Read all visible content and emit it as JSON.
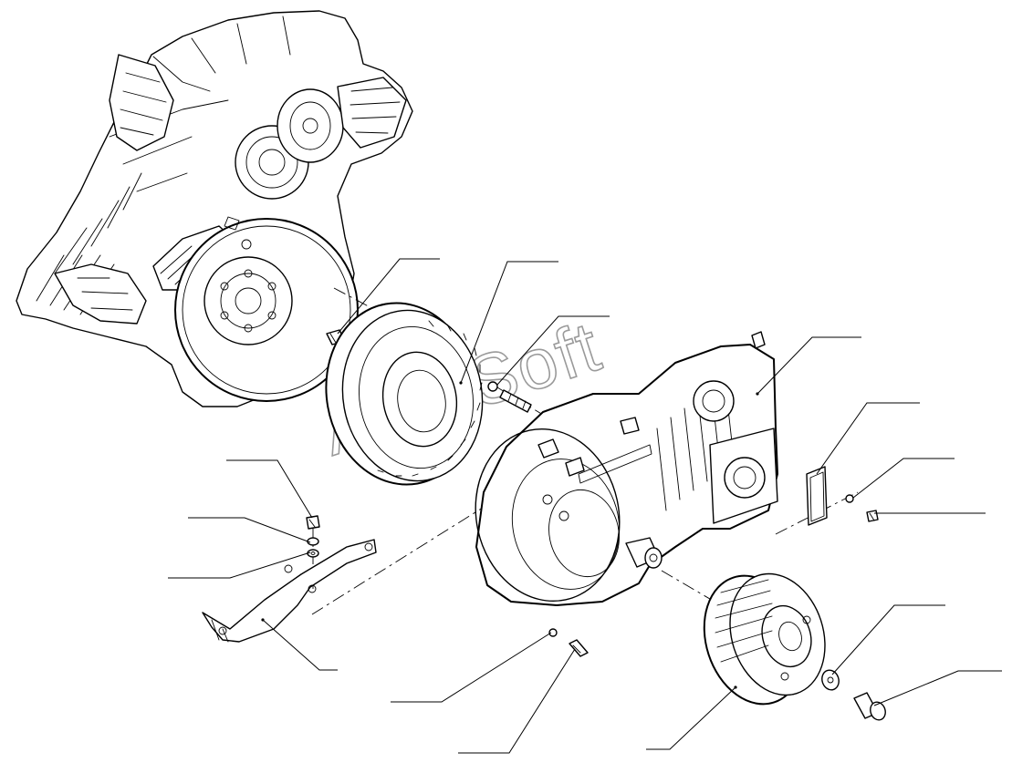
{
  "watermark": {
    "text": "AutoSoft"
  },
  "parts": [
    "engine-block",
    "flywheel",
    "flywheel-bolt",
    "coupling-disc",
    "coupling-bolt",
    "gearbox-housing",
    "cover-plate",
    "washer-small",
    "plug-screw",
    "bracket",
    "bracket-bolt",
    "bracket-washer-upper",
    "bracket-washer-lower",
    "housing-washer",
    "housing-bolt",
    "pulley",
    "pulley-washer",
    "pulley-bolt"
  ]
}
